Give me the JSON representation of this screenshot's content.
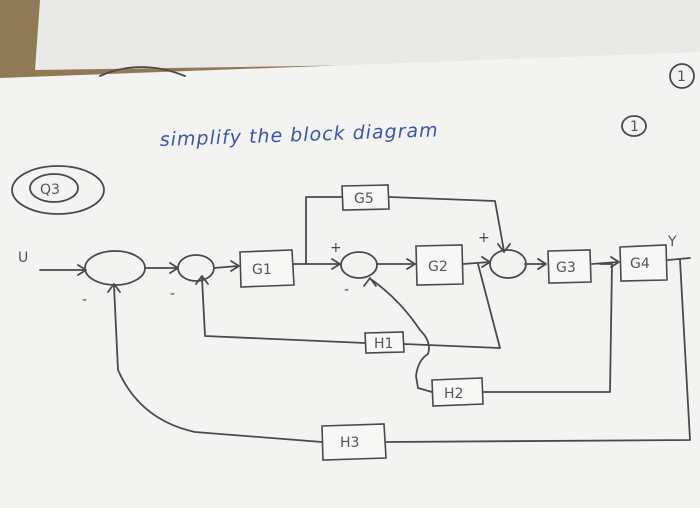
{
  "title": "simplify the block diagram",
  "question_label": "Q3",
  "corner_marks": [
    "1",
    "1"
  ],
  "input_label": "U",
  "output_label": "Y",
  "blocks": {
    "g1": "G1",
    "g2": "G2",
    "g3": "G3",
    "g4": "G4",
    "g5": "G5",
    "h1": "H1",
    "h2": "H2",
    "h3": "H3"
  },
  "signs": {
    "s1_minus": "-",
    "s2_minus": "-",
    "s3_plus": "+",
    "s3_minus": "-",
    "s4_plus": "+"
  },
  "colors": {
    "pen_blue": "#3b55a8",
    "pencil": "#4a4a4a",
    "paper": "#f4f4f3",
    "desk": "#8f7a55"
  }
}
